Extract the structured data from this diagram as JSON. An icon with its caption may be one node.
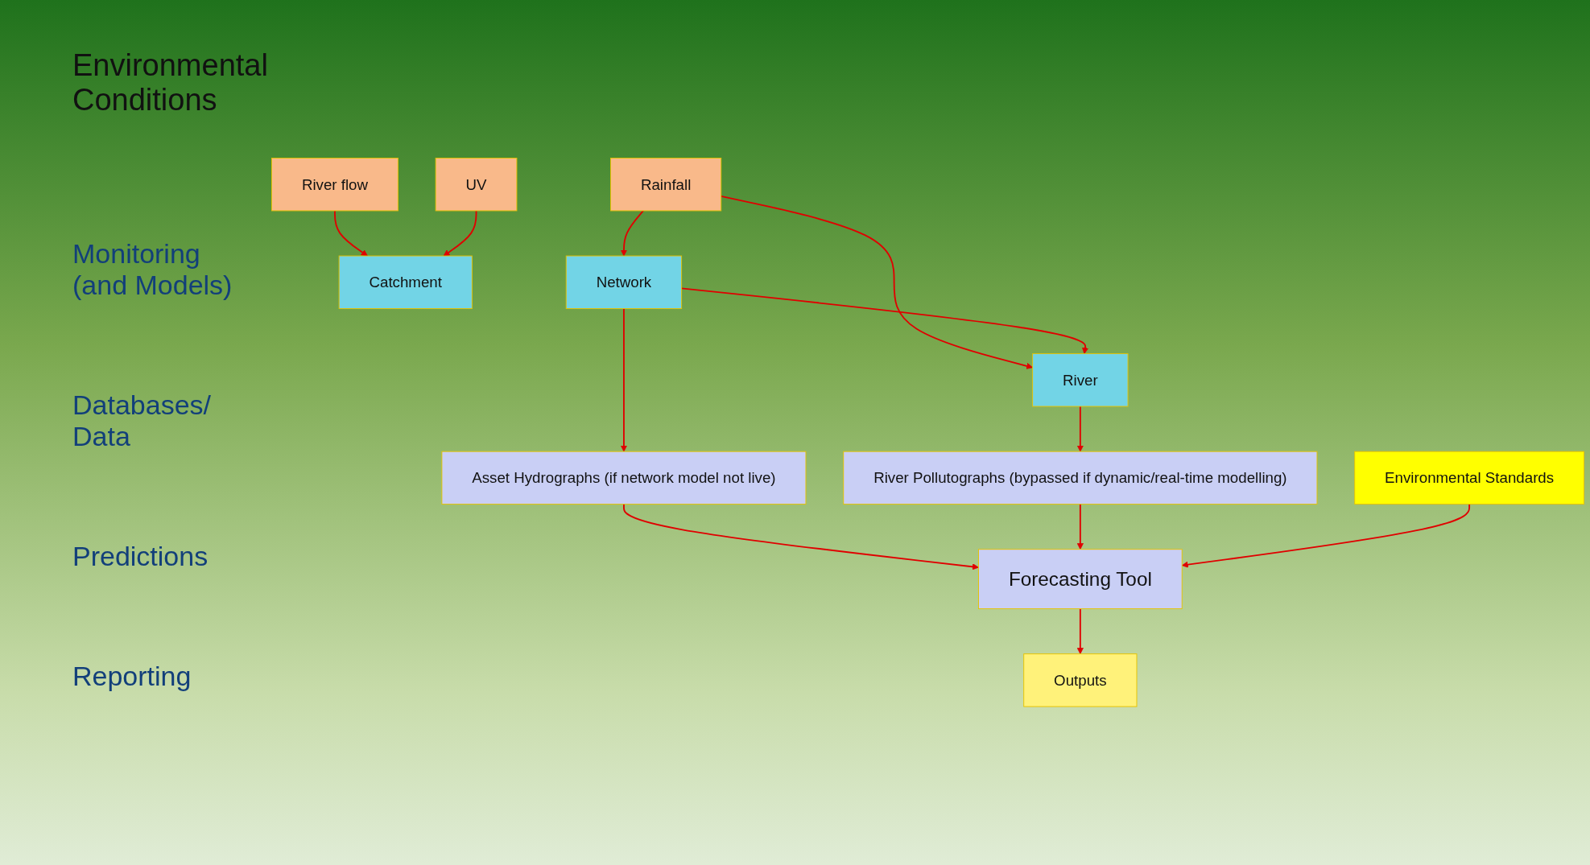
{
  "diagram": {
    "nodes": [
      {
        "text": [
          "Rainfall"
        ]
      },
      {
        "text": [
          "River flow"
        ]
      },
      {
        "text": [
          "UV"
        ]
      },
      {
        "text": [
          "Network"
        ]
      },
      {
        "text": [
          "River"
        ]
      },
      {
        "text": [
          "Catchment"
        ]
      },
      {
        "text": [
          "Asset Hydrographs (if network model not live)"
        ]
      },
      {
        "text": [
          "River Pollutographs (bypassed if dynamic/real-time modelling)"
        ]
      },
      {
        "text": [
          "Environmental Standards"
        ]
      },
      {
        "text": [
          "Forecasting Tool"
        ]
      },
      {
        "text": [
          "Outputs"
        ]
      }
    ],
    "edges": [
      {
        "from": 0,
        "to": 3,
        "arrow": "to"
      },
      {
        "from": 0,
        "to": 4,
        "arrow": "to"
      },
      {
        "from": 1,
        "to": 5,
        "arrow": "to"
      },
      {
        "from": 2,
        "to": 5,
        "arrow": "to"
      },
      {
        "from": 3,
        "to": 4,
        "arrow": "to"
      },
      {
        "from": 3,
        "to": 6,
        "arrow": "to"
      },
      {
        "from": 4,
        "to": 7,
        "arrow": "to"
      },
      {
        "from": 6,
        "to": 9,
        "arrow": "to"
      },
      {
        "from": 7,
        "to": 9,
        "arrow": "to"
      },
      {
        "from": 8,
        "to": 9,
        "arrow": "to"
      },
      {
        "from": 9,
        "to": 10,
        "arrow": "to"
      }
    ],
    "labels": [
      "Environmental Conditions",
      "Monitoring (and Models)",
      "Databases/ Data",
      "Predictions",
      "Reporting"
    ]
  }
}
